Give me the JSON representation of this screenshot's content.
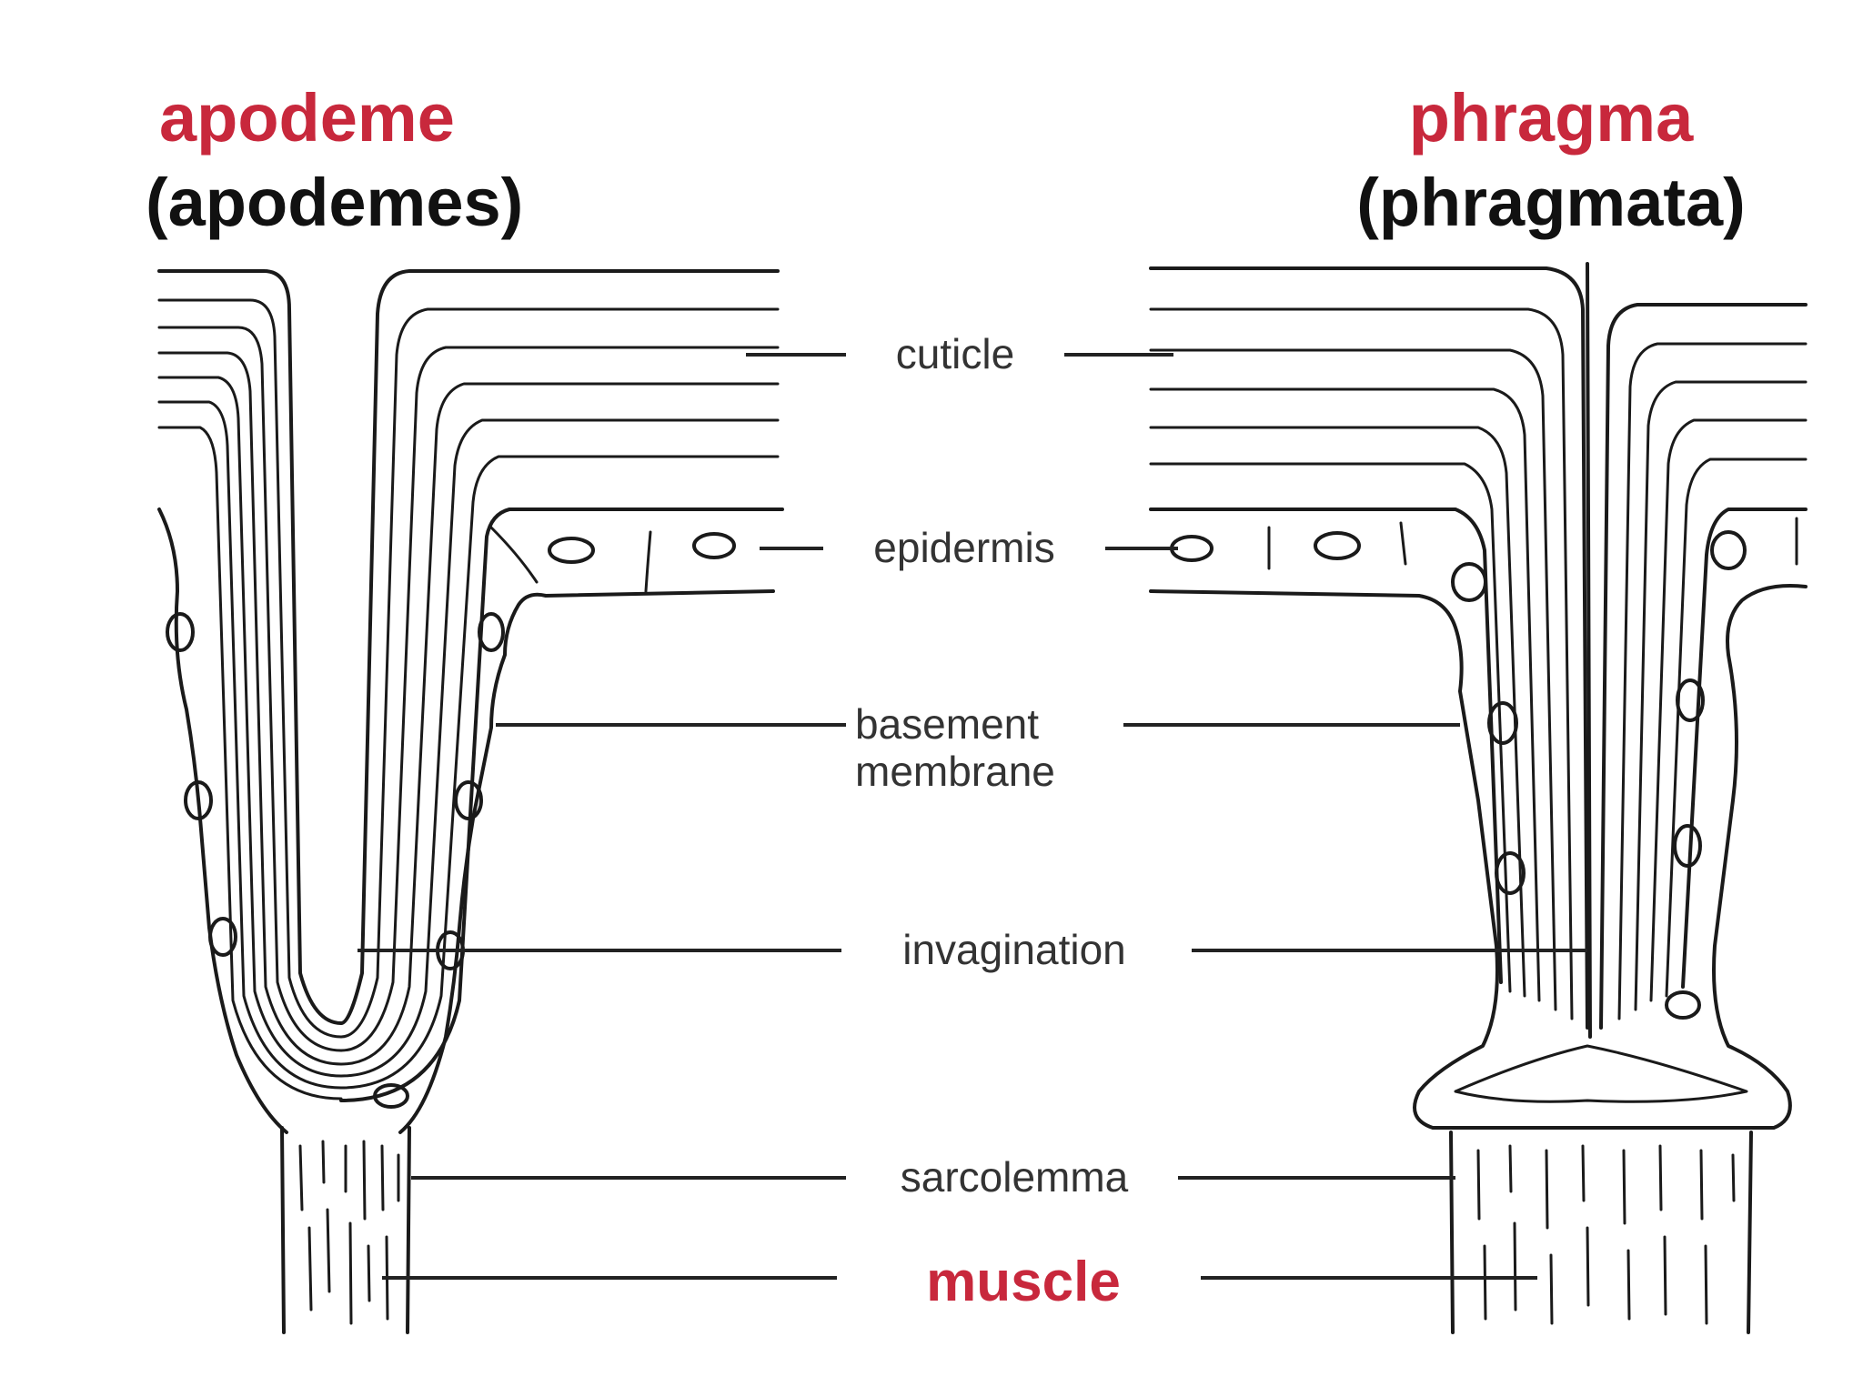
{
  "left": {
    "title": "apodeme",
    "plural": "(apodemes)"
  },
  "right": {
    "title": "phragma",
    "plural": "(phragmata)"
  },
  "labels": {
    "cuticle": "cuticle",
    "epidermis": "epidermis",
    "basement_line1": "basement",
    "basement_line2": "membrane",
    "invagination": "invagination",
    "sarcolemma": "sarcolemma",
    "muscle": "muscle"
  },
  "colors": {
    "title_red": "#c8283c",
    "muscle_red": "#c8283c",
    "ink": "#1a1a1a"
  }
}
